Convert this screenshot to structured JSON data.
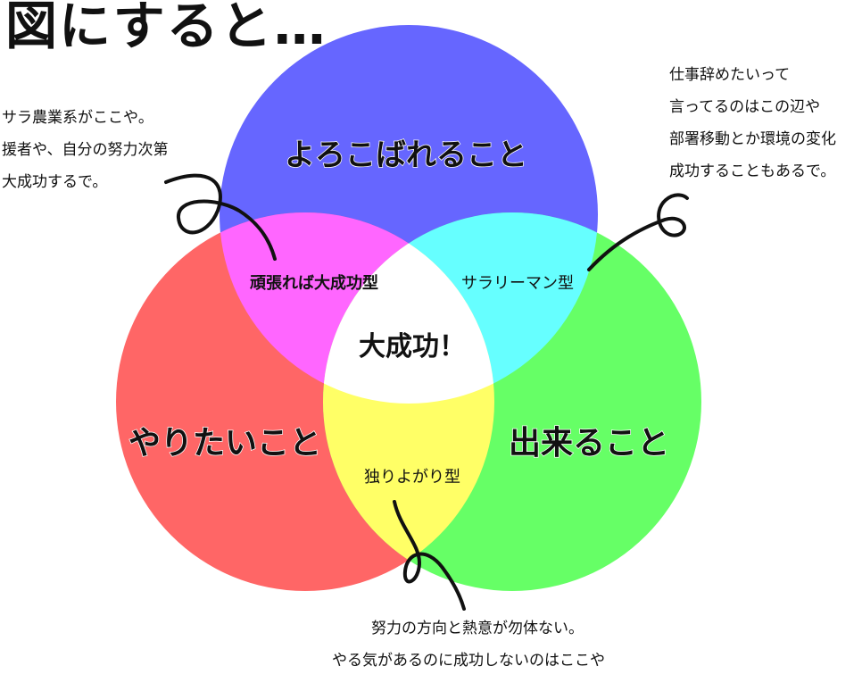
{
  "title": "図にすると…",
  "colors": {
    "top_circle": "#6666ff",
    "left_circle": "#ff6666",
    "right_circle": "#66ff66",
    "top_left_overlap": "#ff66ff",
    "top_right_overlap": "#66ffff",
    "left_right_overlap": "#ffff66",
    "center": "#ffffff"
  },
  "circles": {
    "top": "よろこばれること",
    "left": "やりたいこと",
    "right": "出来ること"
  },
  "overlaps": {
    "top_left": "頑張れば大成功型",
    "top_right": "サラリーマン型",
    "left_right": "独りよがり型",
    "center": "大成功！"
  },
  "notes": {
    "left": [
      "サラ農業系がここや。",
      "援者や、自分の努力次第",
      "大成功するで。"
    ],
    "right": [
      "仕事辞めたいって",
      "言ってるのはこの辺や",
      "部署移動とか環境の変化",
      "成功することもあるで。"
    ],
    "bottom": [
      "努力の方向と熱意が勿体ない。",
      "やる気があるのに成功しないのはここや"
    ]
  }
}
